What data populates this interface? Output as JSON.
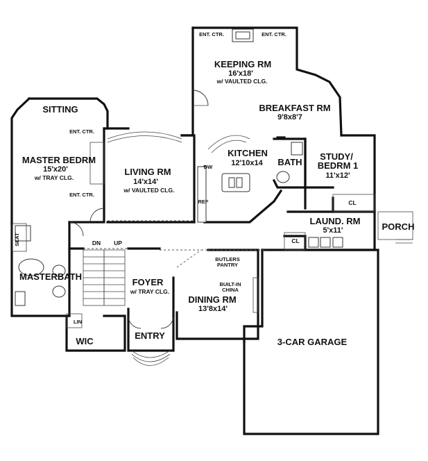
{
  "rooms": {
    "keeping": {
      "name": "KEEPING RM",
      "dims": "16'x18'",
      "note": "w/ VAULTED CLG."
    },
    "ent_ctr_top_left": "ENT. CTR.",
    "ent_ctr_top_right": "ENT. CTR.",
    "breakfast": {
      "name": "BREAKFAST RM",
      "dims": "9'8x8'7"
    },
    "sitting": "SITTING",
    "ent_ctr_master_top": "ENT. CTR.",
    "ent_ctr_master_bottom": "ENT. CTR.",
    "master": {
      "name": "MASTER BEDRM",
      "dims": "15'x20'",
      "note": "w/ TRAY CLG."
    },
    "living": {
      "name": "LIVING RM",
      "dims": "14'x14'",
      "note": "w/ VAULTED CLG."
    },
    "kitchen": {
      "name": "KITCHEN",
      "dims": "12'10x14"
    },
    "dw": "DW",
    "ref": "REF",
    "bath": "BATH",
    "study": {
      "name": "STUDY/",
      "name2": "BEDRM 1",
      "dims": "11'x12'"
    },
    "study_closet": "CL",
    "laundry": {
      "name": "LAUND. RM",
      "dims": "5'x11'"
    },
    "laundry_closet": "CL",
    "porch": "PORCH",
    "seat": "SEAT",
    "dn": "DN",
    "up": "UP",
    "masterbath": "MASTERBATH",
    "foyer": {
      "name": "FOYER",
      "note": "w/ TRAY CLG."
    },
    "butlers": {
      "line1": "BUTLERS",
      "line2": "PANTRY"
    },
    "china": {
      "line1": "BUILT-IN",
      "line2": "CHINA"
    },
    "dining": {
      "name": "DINING RM",
      "dims": "13'8x14'"
    },
    "lin": "LIN",
    "wic": "WIC",
    "entry": "ENTRY",
    "garage": "3-CAR GARAGE"
  }
}
